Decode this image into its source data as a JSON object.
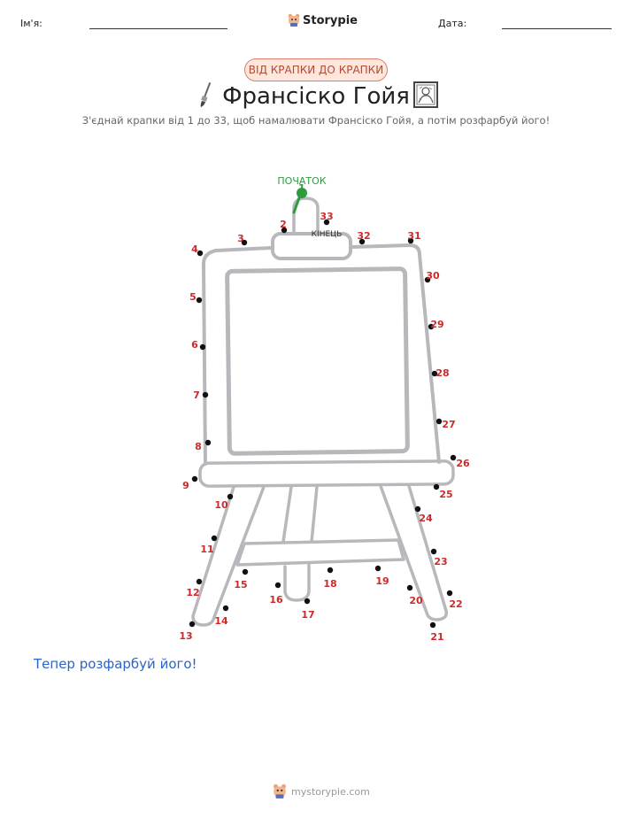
{
  "header": {
    "name_label": "Ім'я:",
    "date_label": "Дата:",
    "brand": "Storypie"
  },
  "badge": "ВІД КРАПКИ ДО КРАПКИ",
  "title": "Франсіско Гойя",
  "subtitle": "З'єднай крапки від 1 до 33, щоб намалювати Франсіско Гойя, а потім розфарбуй його!",
  "puzzle": {
    "start_label": "ПОЧАТОК",
    "end_label": "КІНЕЦЬ",
    "start_color": "#2e9b3e",
    "number_color": "#cc2a2a",
    "outline_color": "#b8b8bc",
    "dots": [
      {
        "n": "1"
      },
      {
        "n": "2"
      },
      {
        "n": "3"
      },
      {
        "n": "4"
      },
      {
        "n": "5"
      },
      {
        "n": "6"
      },
      {
        "n": "7"
      },
      {
        "n": "8"
      },
      {
        "n": "9"
      },
      {
        "n": "10"
      },
      {
        "n": "11"
      },
      {
        "n": "12"
      },
      {
        "n": "13"
      },
      {
        "n": "14"
      },
      {
        "n": "15"
      },
      {
        "n": "16"
      },
      {
        "n": "17"
      },
      {
        "n": "18"
      },
      {
        "n": "19"
      },
      {
        "n": "20"
      },
      {
        "n": "21"
      },
      {
        "n": "22"
      },
      {
        "n": "23"
      },
      {
        "n": "24"
      },
      {
        "n": "25"
      },
      {
        "n": "26"
      },
      {
        "n": "27"
      },
      {
        "n": "28"
      },
      {
        "n": "29"
      },
      {
        "n": "30"
      },
      {
        "n": "31"
      },
      {
        "n": "32"
      },
      {
        "n": "33"
      }
    ]
  },
  "prompt": "Тепер розфарбуй його!",
  "footer": "mystorypie.com"
}
